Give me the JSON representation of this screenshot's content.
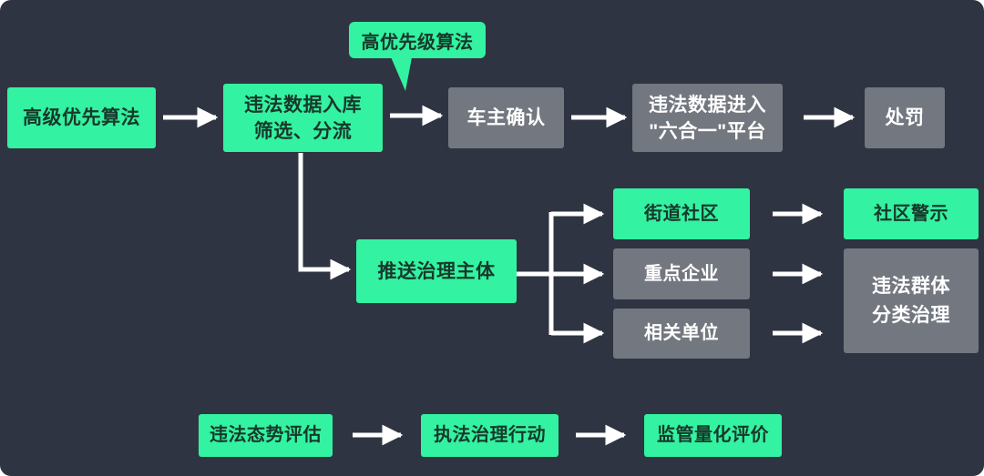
{
  "colors": {
    "background": "#2f3442",
    "green": "#33f2a1",
    "gray": "#73777f",
    "dark_text": "#17382b",
    "light_text": "#ffffff",
    "arrow": "#ffffff"
  },
  "callout": {
    "label": "高优先级算法"
  },
  "nodes": {
    "advanced_priority": "高级优先算法",
    "data_entry_line1": "违法数据入库",
    "data_entry_line2": "筛选、分流",
    "owner_confirm": "车主确认",
    "platform_line1": "违法数据进入",
    "platform_line2": "\"六合一\"平台",
    "punishment": "处罚",
    "push_governance": "推送治理主体",
    "street_community": "街道社区",
    "key_enterprise": "重点企业",
    "related_unit": "相关单位",
    "community_warning": "社区警示",
    "group_governance_line1": "违法群体",
    "group_governance_line2": "分类治理",
    "assessment": "违法态势评估",
    "enforcement": "执法治理行动",
    "evaluation": "监管量化评价"
  }
}
